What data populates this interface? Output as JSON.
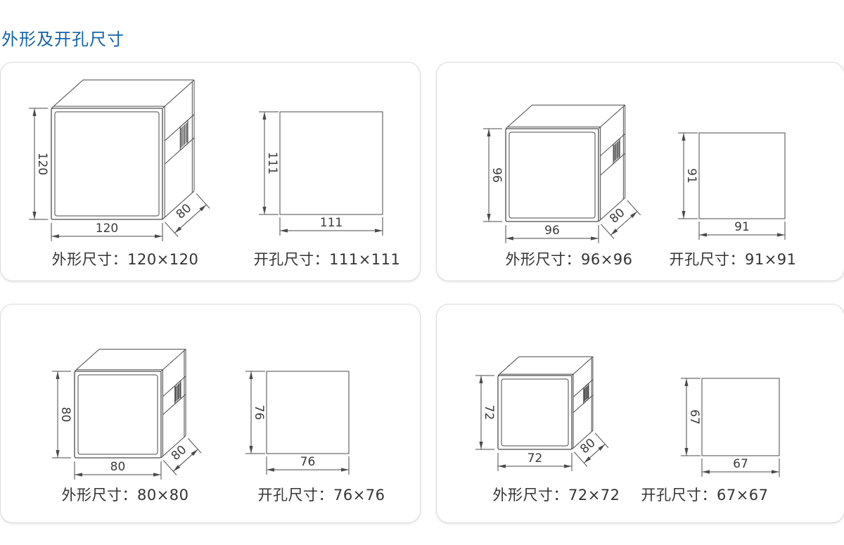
{
  "page": {
    "title": "外形及开孔尺寸",
    "title_color": "#1463a8"
  },
  "panels": [
    {
      "outline_caption": "外形尺寸：120×120",
      "cutout_caption": "开孔尺寸：111×111",
      "dims": {
        "front_w": "120",
        "front_h": "120",
        "depth": "80",
        "hole_w": "111",
        "hole_h": "111"
      }
    },
    {
      "outline_caption": "外形尺寸：96×96",
      "cutout_caption": "开孔尺寸：91×91",
      "dims": {
        "front_w": "96",
        "front_h": "96",
        "depth": "80",
        "hole_w": "91",
        "hole_h": "91"
      }
    },
    {
      "outline_caption": "外形尺寸：80×80",
      "cutout_caption": "开孔尺寸：76×76",
      "dims": {
        "front_w": "80",
        "front_h": "80",
        "depth": "80",
        "hole_w": "76",
        "hole_h": "76"
      }
    },
    {
      "outline_caption": "外形尺寸：72×72",
      "cutout_caption": "开孔尺寸：67×67",
      "dims": {
        "front_w": "72",
        "front_h": "72",
        "depth": "80",
        "hole_w": "67",
        "hole_h": "67"
      }
    }
  ]
}
